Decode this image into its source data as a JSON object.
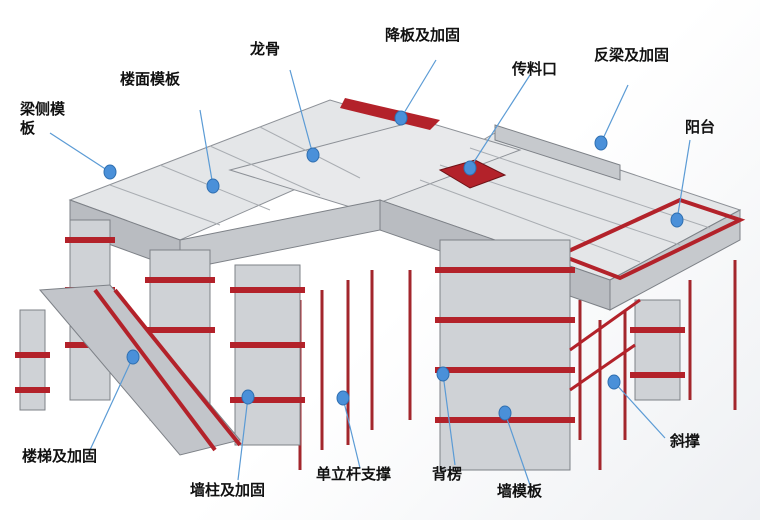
{
  "colors": {
    "steel": "#d4d6d9",
    "frame": "#a8acb2",
    "red": "#b3222a",
    "leader": "#5b9bd5",
    "dot": "#4a90d9"
  },
  "labels": {
    "beam_side": "梁侧模板",
    "floor_formwork": "楼面模板",
    "keel": "龙骨",
    "drop_slab": "降板及加固",
    "feed_opening": "传料口",
    "inverted_beam": "反梁及加固",
    "balcony": "阳台",
    "diagonal_brace": "斜撑",
    "stair": "楼梯及加固",
    "wall_column": "墙柱及加固",
    "single_pole": "单立杆支撑",
    "back_rib": "背楞",
    "wall_formwork": "墙模板"
  }
}
